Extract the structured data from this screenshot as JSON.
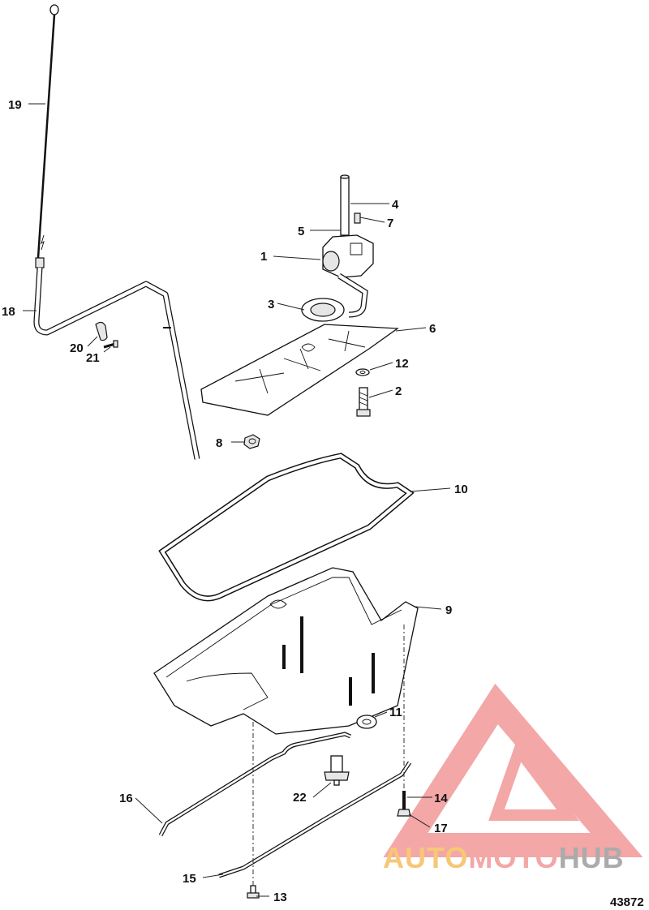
{
  "figure_number": "43872",
  "watermark": {
    "part1": "AUTO",
    "part2": "MOTO",
    "part3": "HUB"
  },
  "callouts": {
    "c1": "1",
    "c2": "2",
    "c3": "3",
    "c4": "4",
    "c5": "5",
    "c6": "6",
    "c7": "7",
    "c8": "8",
    "c9": "9",
    "c10": "10",
    "c11": "11",
    "c12": "12",
    "c13": "13",
    "c14": "14",
    "c15": "15",
    "c16": "16",
    "c17": "17",
    "c18": "18",
    "c19": "19",
    "c20": "20",
    "c21": "21",
    "c22": "22"
  },
  "colors": {
    "line": "#111111",
    "watermark_orange": "#f5b54a",
    "watermark_pink": "#f08a8a",
    "watermark_gray": "#8f8f8f"
  }
}
